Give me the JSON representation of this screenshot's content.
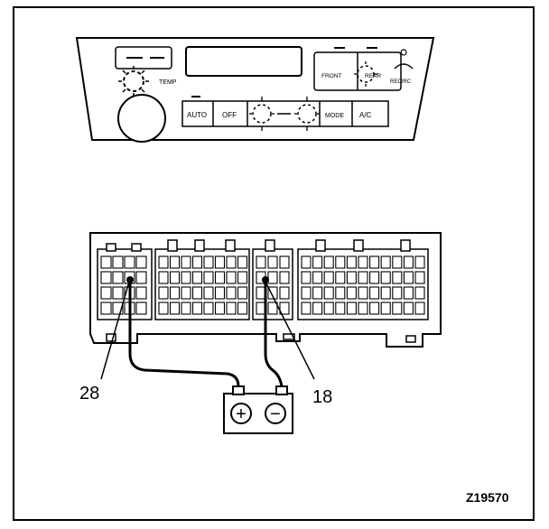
{
  "panel": {
    "buttons": {
      "auto": "AUTO",
      "off": "OFF",
      "vent": "MODE",
      "ac": "A/C",
      "front": "FRONT",
      "rear": "REAR",
      "recirc": "RECIRC"
    },
    "temp_label": "TEMP"
  },
  "callouts": {
    "left_pin": "28",
    "right_pin": "18"
  },
  "battery": {
    "positive_symbol": "+",
    "negative_symbol": "−"
  },
  "figure_id": "Z19570"
}
